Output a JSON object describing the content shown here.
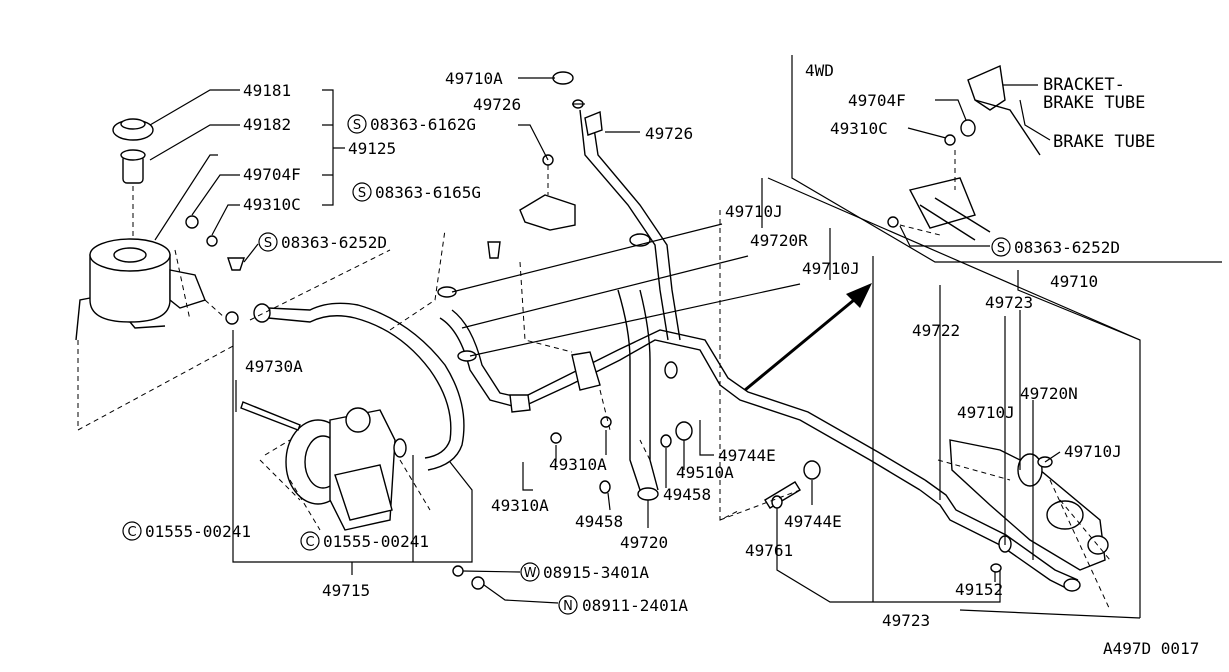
{
  "labels": {
    "p49181": "49181",
    "p49182": "49182",
    "p49125": "49125",
    "p49704f_left": "49704F",
    "p49310c_left": "49310C",
    "s08363_6252d_left": "08363-6252D",
    "p49730a": "49730A",
    "c01555_a": "01555-00241",
    "c01555_b": "01555-00241",
    "p49715": "49715",
    "w08915": "08915-3401A",
    "n08911": "08911-2401A",
    "p49710a": "49710A",
    "p49726_a": "49726",
    "p49726_b": "49726",
    "s08363_6162g": "08363-6162G",
    "s08363_6165g": "08363-6165G",
    "p49710j_a": "49710J",
    "p49720r": "49720R",
    "p49710j_b": "49710J",
    "p49310a_a": "49310A",
    "p49310a_b": "49310A",
    "p49744e_a": "49744E",
    "p49510a": "49510A",
    "p49458_a": "49458",
    "p49458_b": "49458",
    "p49720": "49720",
    "p49744e_b": "49744E",
    "p49761": "49761",
    "p49152": "49152",
    "p49723_bottom": "49723",
    "p49722": "49722",
    "p49723_top": "49723",
    "p49710_top": "49710",
    "p49710j_c": "49710J",
    "p49720n": "49720N",
    "p49710j_d": "49710J",
    "inset_4wd": "4WD",
    "p49704f_inset": "49704F",
    "p49310c_inset": "49310C",
    "bracket_brake_tube_1": "BRACKET-",
    "bracket_brake_tube_2": "BRAKE TUBE",
    "brake_tube": "BRAKE TUBE",
    "s08363_6252d_inset": "08363-6252D",
    "figure_code": "A497D 0017"
  },
  "circled_prefixes": {
    "s": "S",
    "c": "C",
    "w": "W",
    "n": "N"
  }
}
